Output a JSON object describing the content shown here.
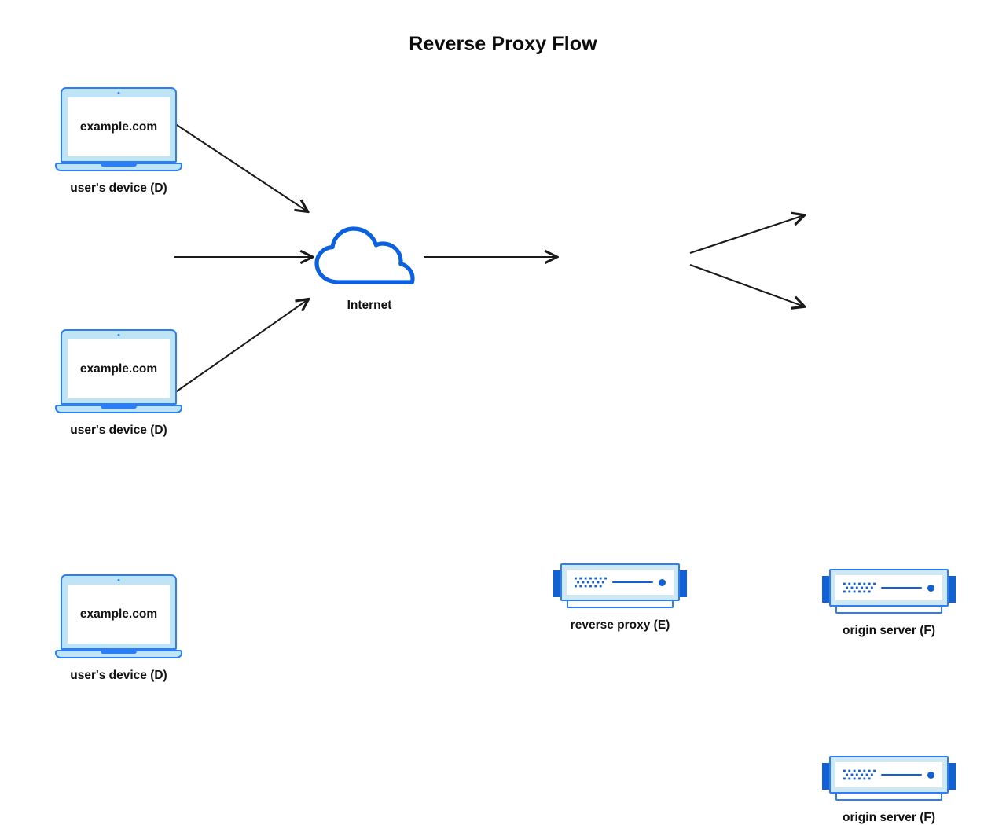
{
  "diagram": {
    "title": "Reverse Proxy Flow",
    "background_color": "#ffffff",
    "colors": {
      "accent_blue": "#2b7ef5",
      "deep_blue": "#1160d4",
      "pale_blue": "#bfe4f6",
      "server_bezel": "#cfe9f4",
      "arrow": "#1a1a1a",
      "text": "#111111"
    },
    "clients": [
      {
        "id": "client-1",
        "icon": "laptop-icon",
        "screen_text": "example.com",
        "label": "user's device (D)"
      },
      {
        "id": "client-2",
        "icon": "laptop-icon",
        "screen_text": "example.com",
        "label": "user's device (D)"
      },
      {
        "id": "client-3",
        "icon": "laptop-icon",
        "screen_text": "example.com",
        "label": "user's device (D)"
      }
    ],
    "internet": {
      "id": "internet",
      "icon": "cloud-icon",
      "label": "Internet"
    },
    "proxy": {
      "id": "reverse-proxy",
      "icon": "server-icon",
      "label": "reverse proxy (E)"
    },
    "origins": [
      {
        "id": "origin-1",
        "icon": "server-icon",
        "label": "origin server (F)"
      },
      {
        "id": "origin-2",
        "icon": "server-icon",
        "label": "origin server (F)"
      }
    ],
    "connections": [
      {
        "id": "conn-client1-internet",
        "from": "client-1",
        "to": "internet",
        "direction": "forward"
      },
      {
        "id": "conn-client2-internet",
        "from": "client-2",
        "to": "internet",
        "direction": "forward"
      },
      {
        "id": "conn-client3-internet",
        "from": "client-3",
        "to": "internet",
        "direction": "forward"
      },
      {
        "id": "conn-internet-proxy",
        "from": "internet",
        "to": "reverse-proxy",
        "direction": "forward"
      },
      {
        "id": "conn-proxy-origin1",
        "from": "reverse-proxy",
        "to": "origin-1",
        "direction": "forward"
      },
      {
        "id": "conn-proxy-origin2",
        "from": "reverse-proxy",
        "to": "origin-2",
        "direction": "forward"
      }
    ]
  }
}
